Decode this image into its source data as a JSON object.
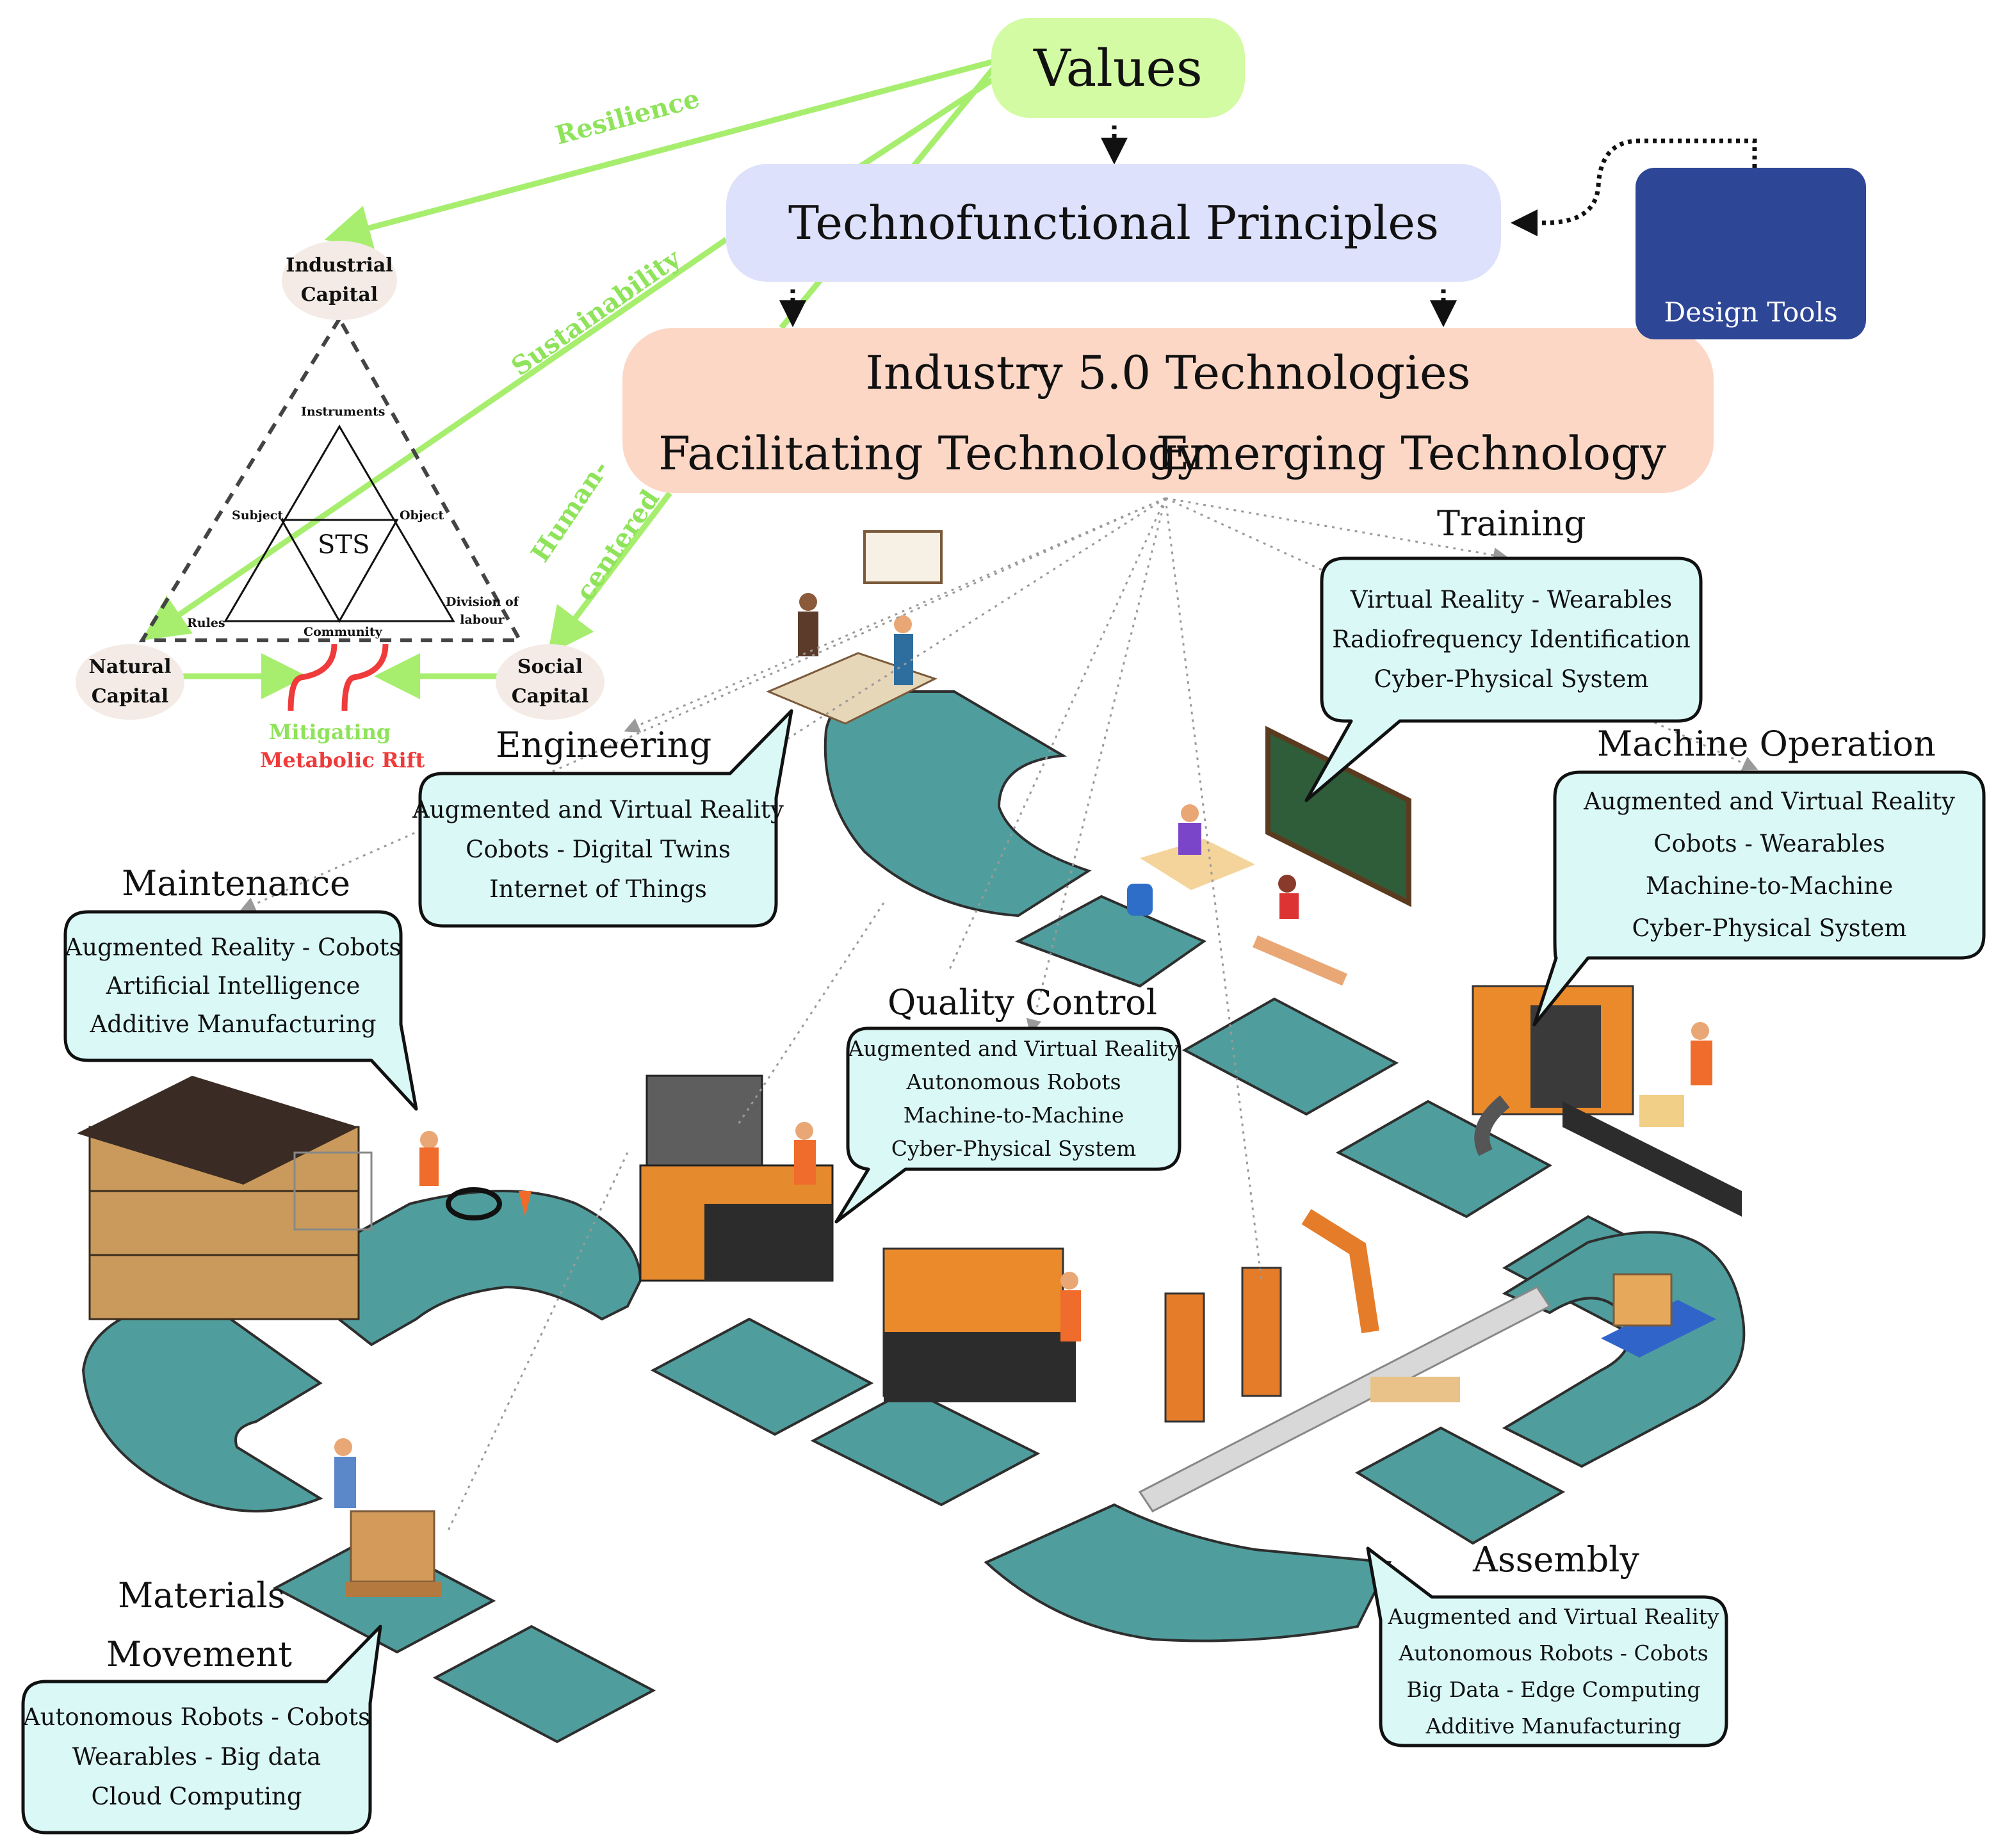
{
  "top": {
    "values": "Values",
    "principles": "Technofunctional Principles",
    "technologies": "Industry 5.0 Technologies",
    "facilitating": "Facilitating Technology",
    "emerging": "Emerging Technology",
    "design_tools": "Design Tools"
  },
  "value_links": {
    "resilience": "Resilience",
    "sustainability": "Sustainability",
    "human": "Human-",
    "centered": "centered"
  },
  "capitals": {
    "industrial": [
      "Industrial",
      "Capital"
    ],
    "natural": [
      "Natural",
      "Capital"
    ],
    "social": [
      "Social",
      "Capital"
    ]
  },
  "sts": {
    "center": "STS",
    "instruments": "Instruments",
    "subject": "Subject",
    "object": "Object",
    "rules": "Rules",
    "community": "Community",
    "division": [
      "Division of",
      "labour"
    ]
  },
  "rift": {
    "mitigating": "Mitigating",
    "metabolic": "Metabolic Rift",
    "mitigating_color": "#8ee35a",
    "metabolic_color": "#ef3b3b"
  },
  "sections": {
    "training": {
      "title": "Training",
      "items": [
        "Virtual Reality  -  Wearables",
        "Radiofrequency Identification",
        "Cyber-Physical System"
      ]
    },
    "engineering": {
      "title": "Engineering",
      "items": [
        "Augmented and Virtual Reality",
        "Cobots  -  Digital Twins",
        "Internet of Things"
      ]
    },
    "machine": {
      "title": "Machine Operation",
      "items": [
        "Augmented and Virtual Reality",
        "Cobots  -  Wearables",
        "Machine-to-Machine",
        "Cyber-Physical System"
      ]
    },
    "maintenance": {
      "title": "Maintenance",
      "items": [
        "Augmented Reality  -  Cobots",
        "Artificial Intelligence",
        "Additive Manufacturing"
      ]
    },
    "quality": {
      "title": "Quality Control",
      "items": [
        "Augmented and Virtual Reality",
        "Autonomous Robots",
        "Machine-to-Machine",
        "Cyber-Physical System"
      ]
    },
    "assembly": {
      "title": "Assembly",
      "items": [
        "Augmented and Virtual Reality",
        "Autonomous Robots  -  Cobots",
        "Big Data  -  Edge Computing",
        "Additive Manufacturing"
      ]
    },
    "materials": {
      "title": [
        "Materials",
        "Movement"
      ],
      "items": [
        "Autonomous Robots - Cobots",
        "Wearables  -  Big data",
        "Cloud Computing"
      ]
    }
  },
  "colors": {
    "values_fill": "#d3fba3",
    "principles_fill": "#dde1fb",
    "technologies_fill": "#fcd7c6",
    "design_tools_fill": "#2d4696",
    "bubble_fill": "#d9f8f6",
    "link_green": "#a7ee6f",
    "floor_teal": "#4f9e9d",
    "floor_edge": "#f2c94c"
  }
}
